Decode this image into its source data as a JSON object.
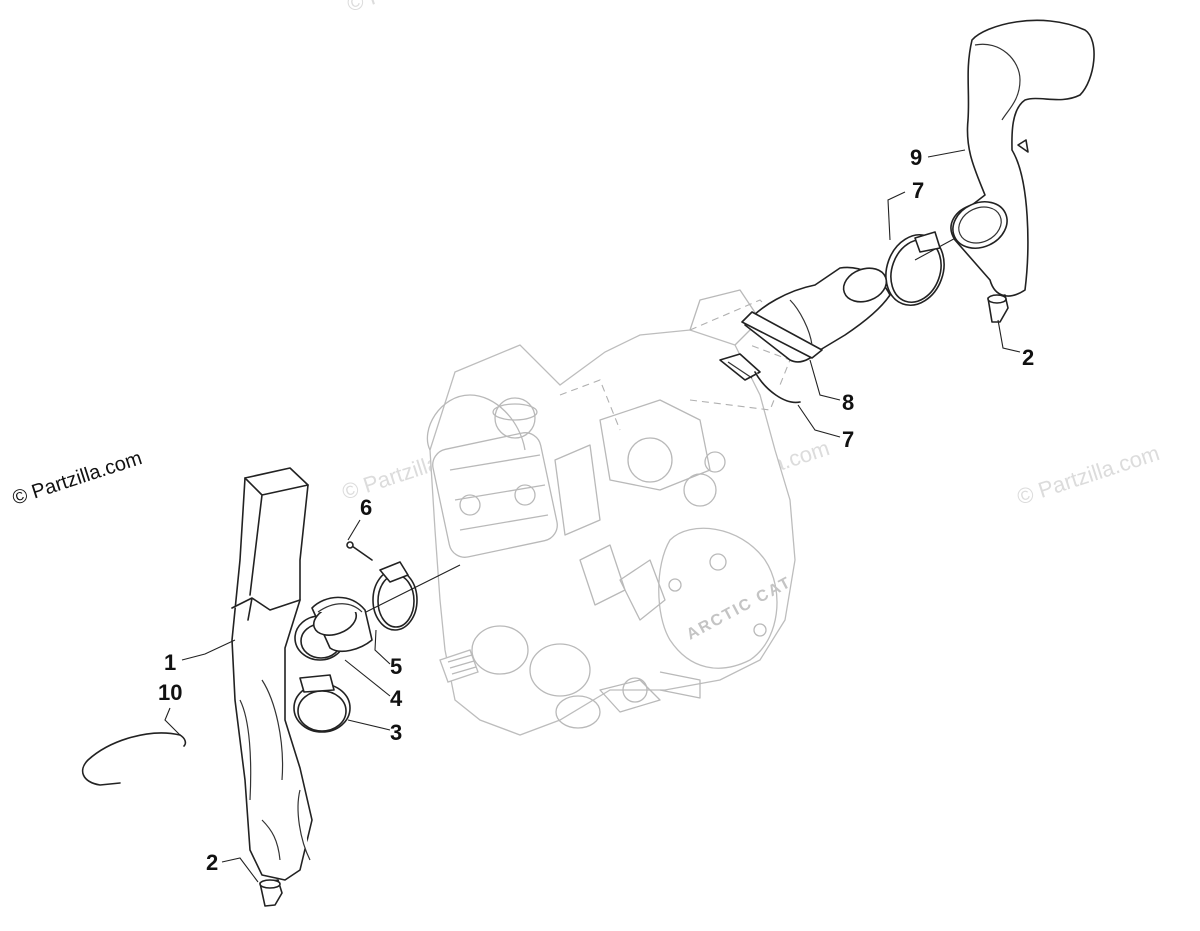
{
  "watermark": {
    "main": "© Partzilla.com",
    "faint": [
      "© Partzilla.com",
      "© Partzilla.com",
      "© Partzilla.com",
      "© Partzilla.com"
    ]
  },
  "engine": {
    "cover_text": "ARCTIC CAT"
  },
  "callouts": [
    {
      "id": "c1",
      "text": "1"
    },
    {
      "id": "c10",
      "text": "10"
    },
    {
      "id": "c2a",
      "text": "2"
    },
    {
      "id": "c6",
      "text": "6"
    },
    {
      "id": "c5",
      "text": "5"
    },
    {
      "id": "c4",
      "text": "4"
    },
    {
      "id": "c3",
      "text": "3"
    },
    {
      "id": "c9",
      "text": "9"
    },
    {
      "id": "c7a",
      "text": "7"
    },
    {
      "id": "c2b",
      "text": "2"
    },
    {
      "id": "c8",
      "text": "8"
    },
    {
      "id": "c7b",
      "text": "7"
    }
  ]
}
